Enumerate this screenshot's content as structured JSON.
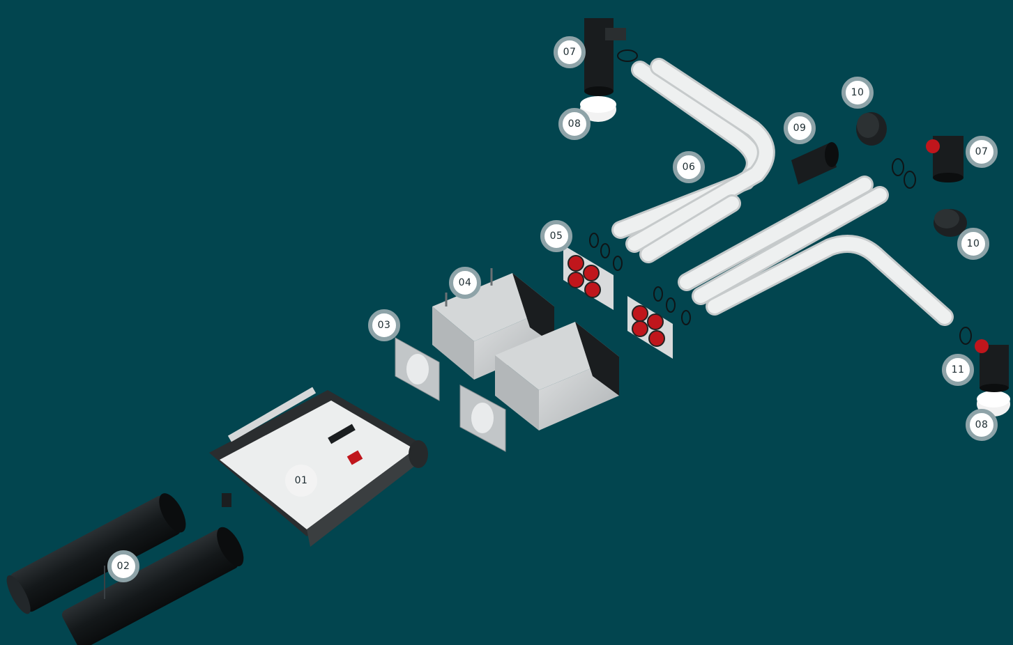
{
  "colors": {
    "background": "#02454f",
    "badge_ring": "#8ea3a8",
    "badge_fill": "#ffffff",
    "duct_black": "#161a1c",
    "flex_hose": "#e6e8e8",
    "plenum_grey": "#c9ccce",
    "connector_red": "#c0161c"
  },
  "callouts": [
    {
      "id": "01",
      "label": "01",
      "icon": "ventilation-unit-icon"
    },
    {
      "id": "02",
      "label": "02",
      "icon": "insulated-duct-icon"
    },
    {
      "id": "03",
      "label": "03",
      "icon": "mounting-plate-icon"
    },
    {
      "id": "04",
      "label": "04",
      "icon": "distribution-plenum-icon"
    },
    {
      "id": "05",
      "label": "05",
      "icon": "outlet-manifold-icon"
    },
    {
      "id": "06",
      "label": "06",
      "icon": "flexible-hose-icon"
    },
    {
      "id": "07a",
      "label": "07",
      "icon": "terminal-connector-icon"
    },
    {
      "id": "07b",
      "label": "07",
      "icon": "terminal-connector-icon"
    },
    {
      "id": "08a",
      "label": "08",
      "icon": "valve-disc-icon"
    },
    {
      "id": "08b",
      "label": "08",
      "icon": "valve-disc-icon"
    },
    {
      "id": "09",
      "label": "09",
      "icon": "adapter-sleeve-icon"
    },
    {
      "id": "10a",
      "label": "10",
      "icon": "end-cap-icon"
    },
    {
      "id": "10b",
      "label": "10",
      "icon": "end-cap-icon"
    },
    {
      "id": "11",
      "label": "11",
      "icon": "elbow-connector-icon"
    }
  ]
}
